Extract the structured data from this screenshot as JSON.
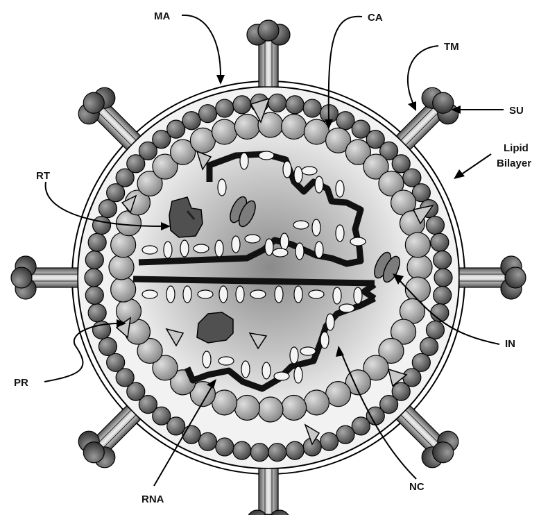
{
  "labels": {
    "ma": "MA",
    "ca": "CA",
    "tm": "TM",
    "su": "SU",
    "lipid_line1": "Lipid",
    "lipid_line2": "Bilayer",
    "rt": "RT",
    "in": "IN",
    "pr": "PR",
    "rna": "RNA",
    "nc": "NC"
  },
  "colors": {
    "background": "#ffffff",
    "outline": "#000000",
    "matrix_bead": "#6e6e6e",
    "capsid_bead": "#b4b4b4",
    "rna_strand": "#111111",
    "nucleocapsid": "#f4f4f4",
    "integrase": "#7c7c7c",
    "reverse_transcriptase": "#505050",
    "protease": "#c8c8c8",
    "core_shade_center": "#8a8a8a",
    "core_shade_edge": "#ffffff"
  }
}
